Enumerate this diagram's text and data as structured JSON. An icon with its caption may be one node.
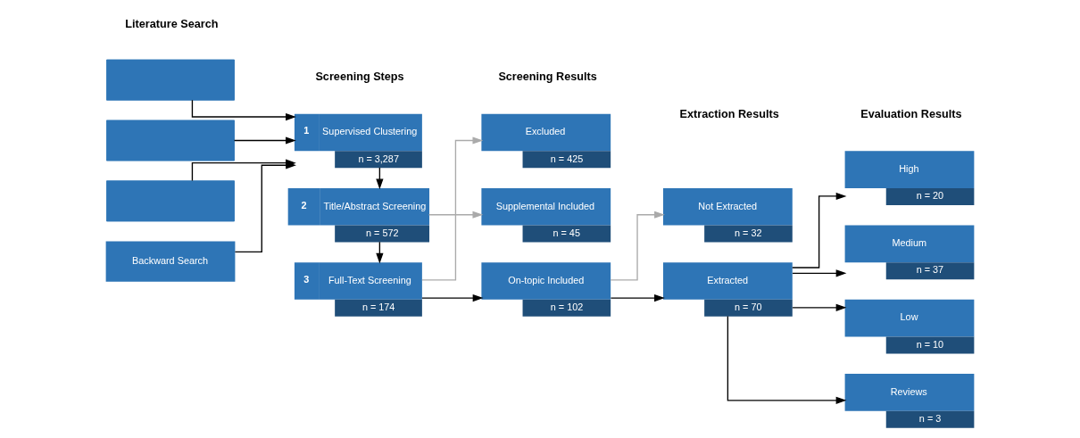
{
  "diagram": {
    "nodes": [
      {
        "text": [],
        "shape": "box"
      },
      {
        "text": [],
        "shape": "box"
      },
      {
        "text": [],
        "shape": "box"
      },
      {
        "text": [
          "Backward Search"
        ]
      },
      {
        "text": [
          "1",
          "Supervised Clustering",
          "n = 3,287"
        ]
      },
      {
        "text": [
          "2",
          "Title/Abstract Screening",
          "n = 572"
        ]
      },
      {
        "text": [
          "3",
          "Full-Text Screening",
          "n = 174"
        ]
      },
      {
        "text": [
          "Excluded",
          "n = 425"
        ]
      },
      {
        "text": [
          "Supplemental Included",
          "n = 45"
        ]
      },
      {
        "text": [
          "On-topic Included",
          "n = 102"
        ]
      },
      {
        "text": [
          "Not Extracted",
          "n = 32"
        ]
      },
      {
        "text": [
          "Extracted",
          "n = 70"
        ]
      },
      {
        "text": [
          "High",
          "n = 20"
        ]
      },
      {
        "text": [
          "Medium",
          "n = 37"
        ]
      },
      {
        "text": [
          "Low",
          "n = 10"
        ]
      },
      {
        "text": [
          "Reviews",
          "n = 3"
        ]
      }
    ],
    "edges": [
      {
        "from": 0,
        "to": 4,
        "arrow": "to"
      },
      {
        "from": 1,
        "to": 4,
        "arrow": "to"
      },
      {
        "from": 2,
        "to": 4,
        "arrow": "to"
      },
      {
        "from": 3,
        "to": 4,
        "arrow": "to"
      },
      {
        "from": 4,
        "to": 5,
        "arrow": "to"
      },
      {
        "from": 5,
        "to": 6,
        "arrow": "to"
      },
      {
        "from": 5,
        "to": 8,
        "arrow": "to",
        "color": "#aaaaaa"
      },
      {
        "from": 6,
        "to": 7,
        "arrow": "to",
        "color": "#aaaaaa"
      },
      {
        "from": 6,
        "to": 9,
        "arrow": "to"
      },
      {
        "from": 9,
        "to": 10,
        "arrow": "to",
        "color": "#aaaaaa"
      },
      {
        "from": 9,
        "to": 11,
        "arrow": "to"
      },
      {
        "from": 11,
        "to": 12,
        "arrow": "to"
      },
      {
        "from": 11,
        "to": 13,
        "arrow": "to"
      },
      {
        "from": 11,
        "to": 14,
        "arrow": "to"
      },
      {
        "from": 11,
        "to": 15,
        "arrow": "to"
      }
    ],
    "labels": [
      "Literature Search",
      "Screening Steps",
      "Screening Results",
      "Extraction Results",
      "Evaluation Results"
    ]
  }
}
